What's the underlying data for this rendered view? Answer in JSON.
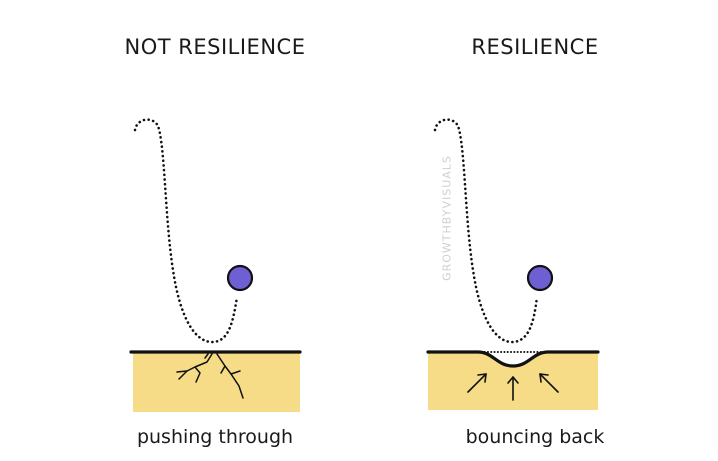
{
  "panels": [
    {
      "title": "NOT RESILIENCE",
      "caption": "pushing through"
    },
    {
      "title": "RESILIENCE",
      "caption": "bouncing back"
    }
  ],
  "watermark": "GROWTHBYVISUALS",
  "colors": {
    "ground": "#f6dc86",
    "ball": "#6e5fd2",
    "line": "#111111"
  }
}
